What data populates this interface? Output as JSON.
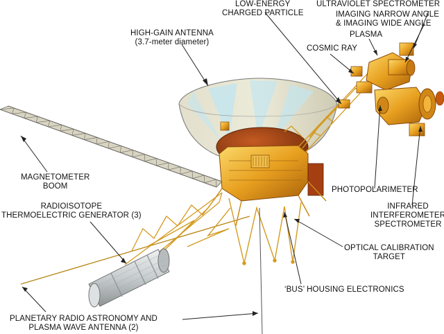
{
  "labels": {
    "low_energy": [
      "LOW-ENERGY",
      "CHARGED PARTICLE"
    ],
    "ultraviolet": "ULTRAVIOLET SPECTROMETER",
    "imaging": [
      "IMAGING NARROW ANGLE",
      "& IMAGING WIDE ANGLE"
    ],
    "plasma": "PLASMA",
    "cosmic_ray": "COSMIC RAY",
    "high_gain": [
      "HIGH-GAIN ANTENNA",
      "(3.7-meter diameter)"
    ],
    "magnetometer": [
      "MAGNETOMETER",
      "BOOM"
    ],
    "rtg": [
      "RADIOISOTOPE",
      "THERMOELECTRIC GENERATOR (3)"
    ],
    "photopolarimeter": "PHOTOPOLARIMETER",
    "infrared": [
      "INFRARED",
      "INTERFEROMETER",
      "SPECTROMETER"
    ],
    "optical": [
      "OPTICAL CALIBRATION",
      "TARGET"
    ],
    "bus": "‘BUS’ HOUSING ELECTRONICS",
    "planetary": [
      "PLANETARY RADIO ASTRONOMY AND",
      "PLASMA WAVE ANTENNA (2)"
    ]
  },
  "colors": {
    "gold": "#e8a020",
    "gold_dark": "#a8600a",
    "gold_light": "#f6cf5a",
    "dish_outer": "#d9d6c2",
    "dish_blue": "#bfe3ee",
    "dish_body": "#8b3a10",
    "dish_body_light": "#b8501c",
    "silver": "#cfd4d6",
    "boom": "#7a7a72"
  }
}
